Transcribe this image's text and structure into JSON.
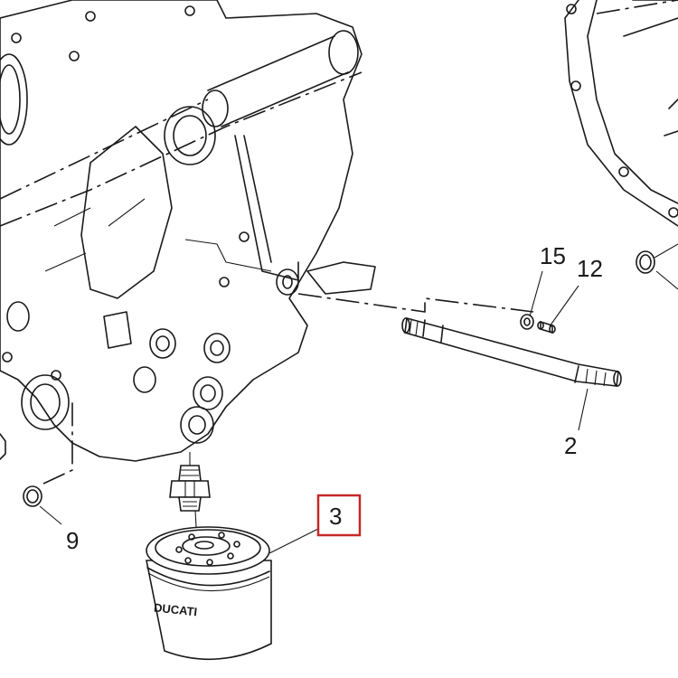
{
  "callouts": {
    "c2": "2",
    "c3": "3",
    "c9": "9",
    "c12": "12",
    "c15": "15"
  },
  "filter_brand": "DUCATI",
  "highlight_color": "#c62828"
}
